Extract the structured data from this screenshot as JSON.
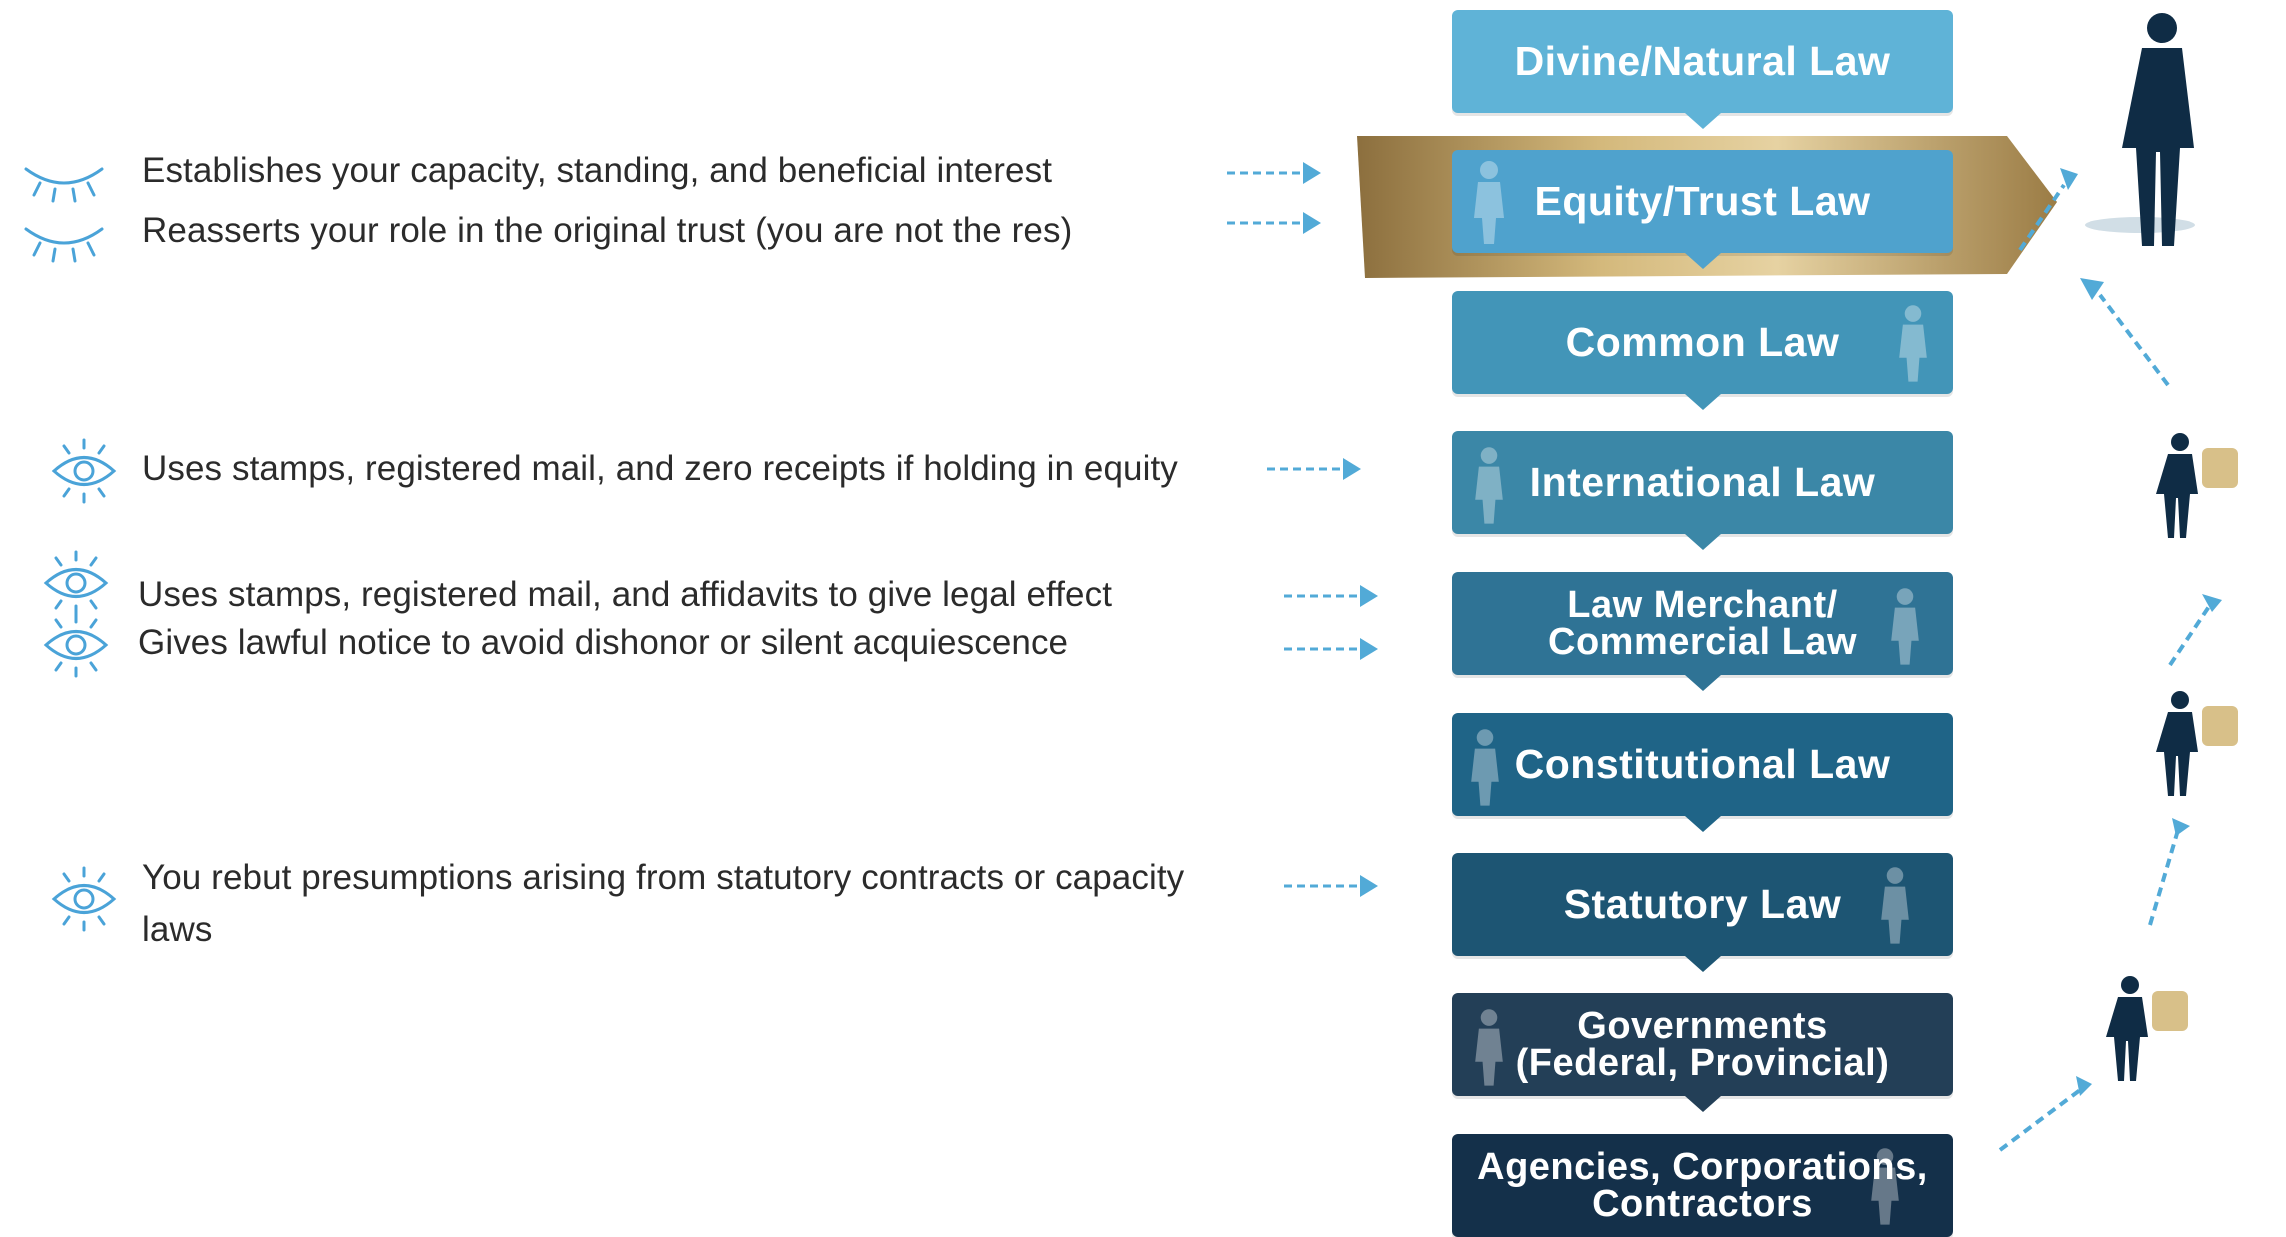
{
  "statements": [
    {
      "text": "Establishes your capacity, standing, and beneficial interest",
      "icon": "closed-eye-icon"
    },
    {
      "text": "Reasserts your role in the original trust (you are not the res)",
      "icon": "closed-eye-icon"
    },
    {
      "text": "Uses stamps, registered mail, and zero receipts if holding in equity",
      "icon": "open-eye-icon"
    },
    {
      "text": "Uses stamps, registered mail, and affidavits to give legal effect",
      "icon": "open-eye-icon"
    },
    {
      "text": "Gives lawful notice to avoid dishonor or silent acquiescence",
      "icon": "open-eye-icon"
    },
    {
      "text": "You rebut presumptions arising from statutory contracts or capacity laws",
      "icon": "open-eye-icon"
    }
  ],
  "hierarchy": [
    {
      "label": "Divine/Natural Law",
      "color": "#5fb3d7"
    },
    {
      "label": "Equity/Trust Law",
      "color": "#4fa2cd",
      "highlighted": true
    },
    {
      "label": "Common Law",
      "color": "#4295b8"
    },
    {
      "label": "International Law",
      "color": "#3b87a7"
    },
    {
      "label": "Law Merchant/",
      "label2": "Commercial Law",
      "color": "#2f7395"
    },
    {
      "label": "Constitutional Law",
      "color": "#1f6487"
    },
    {
      "label": "Statutory Law",
      "color": "#1d5573"
    },
    {
      "label": "Governments",
      "label2": "(Federal, Provincial)",
      "color": "#233f57"
    },
    {
      "label": "Agencies, Corporations,",
      "label2": "Contractors",
      "color": "#14304a"
    }
  ],
  "colors": {
    "text": "#2b2b2b",
    "icon": "#4aa3d8",
    "arrow": "#52aad7",
    "gold_light": "#d4b97c",
    "gold_dark": "#8c6f3e",
    "figure": "#0f2c45",
    "scroll": "#d8c089"
  }
}
